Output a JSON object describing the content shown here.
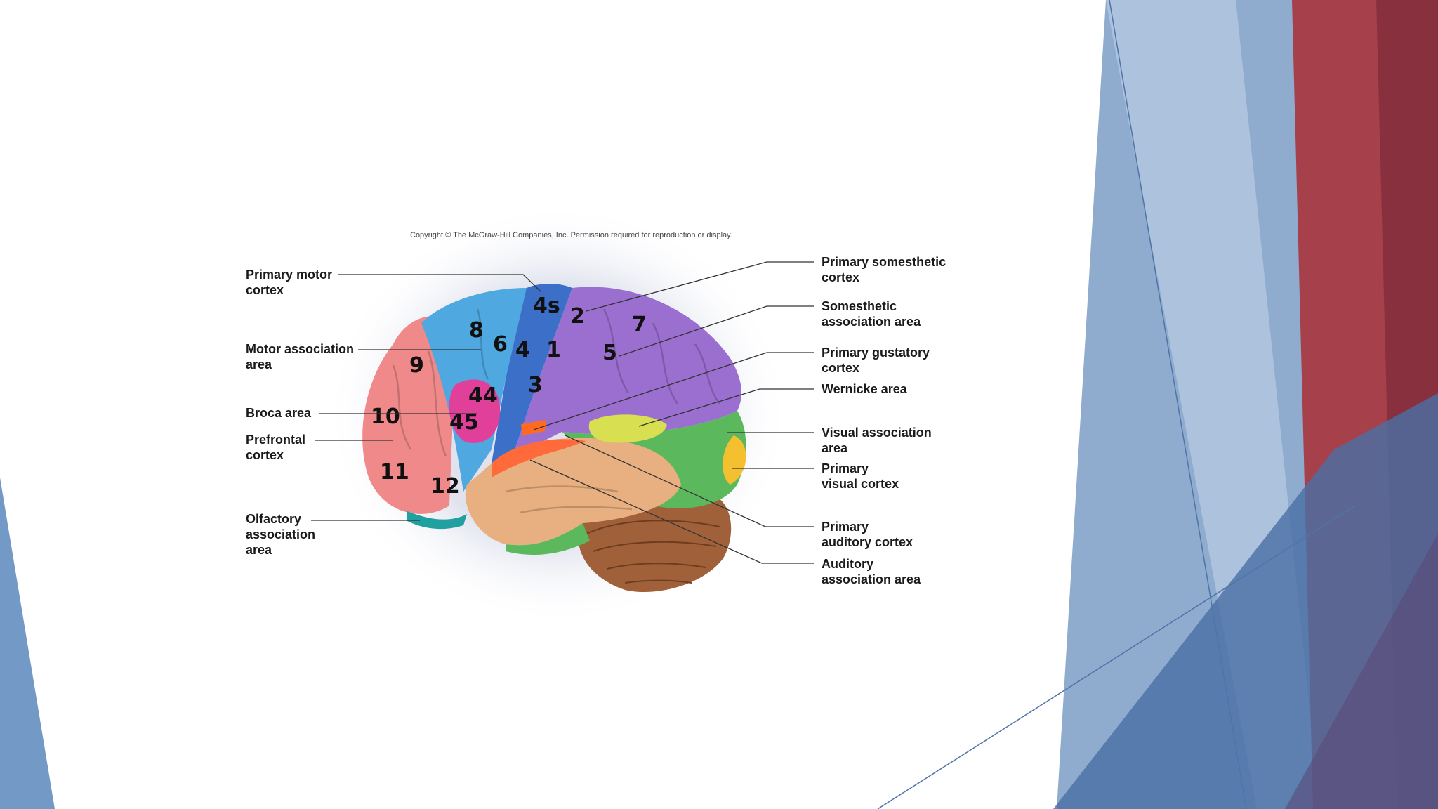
{
  "copyright": "Copyright © The McGraw-Hill Companies, Inc. Permission required for reproduction or display.",
  "labels_left": {
    "primary_motor": "Primary motor\ncortex",
    "motor_association": "Motor association\narea",
    "broca": "Broca area",
    "prefrontal": "Prefrontal\ncortex",
    "olfactory": "Olfactory\nassociation\narea"
  },
  "labels_right": {
    "primary_somesthetic": "Primary somesthetic\ncortex",
    "somesthetic_association": "Somesthetic\nassociation area",
    "primary_gustatory": "Primary gustatory\ncortex",
    "wernicke": "Wernicke area",
    "visual_association": "Visual association\narea",
    "primary_visual": "Primary\nvisual cortex",
    "primary_auditory": "Primary\nauditory cortex",
    "auditory_association": "Auditory\nassociation area"
  },
  "brodmann_numbers": {
    "n4s": "4s",
    "n2": "2",
    "n7": "7",
    "n8": "8",
    "n6": "6",
    "n4": "4",
    "n1": "1",
    "n5": "5",
    "n9": "9",
    "n44": "44",
    "n3": "3",
    "n10": "10",
    "n45": "45",
    "n11": "11",
    "n12": "12"
  },
  "colors": {
    "prefrontal": "#f08a8a",
    "motor_association": "#4fa8e0",
    "primary_motor": "#3b6fc8",
    "somesthetic": "#9b6fd0",
    "broca": "#e0409a",
    "temporal": "#e8b080",
    "auditory": "#ff6a3a",
    "wernicke": "#d8df50",
    "visual_association": "#5cb85c",
    "primary_visual": "#f5c030",
    "cerebellum": "#a0603a",
    "theme_blue": "#4f74a8",
    "theme_red": "#a8353e"
  }
}
